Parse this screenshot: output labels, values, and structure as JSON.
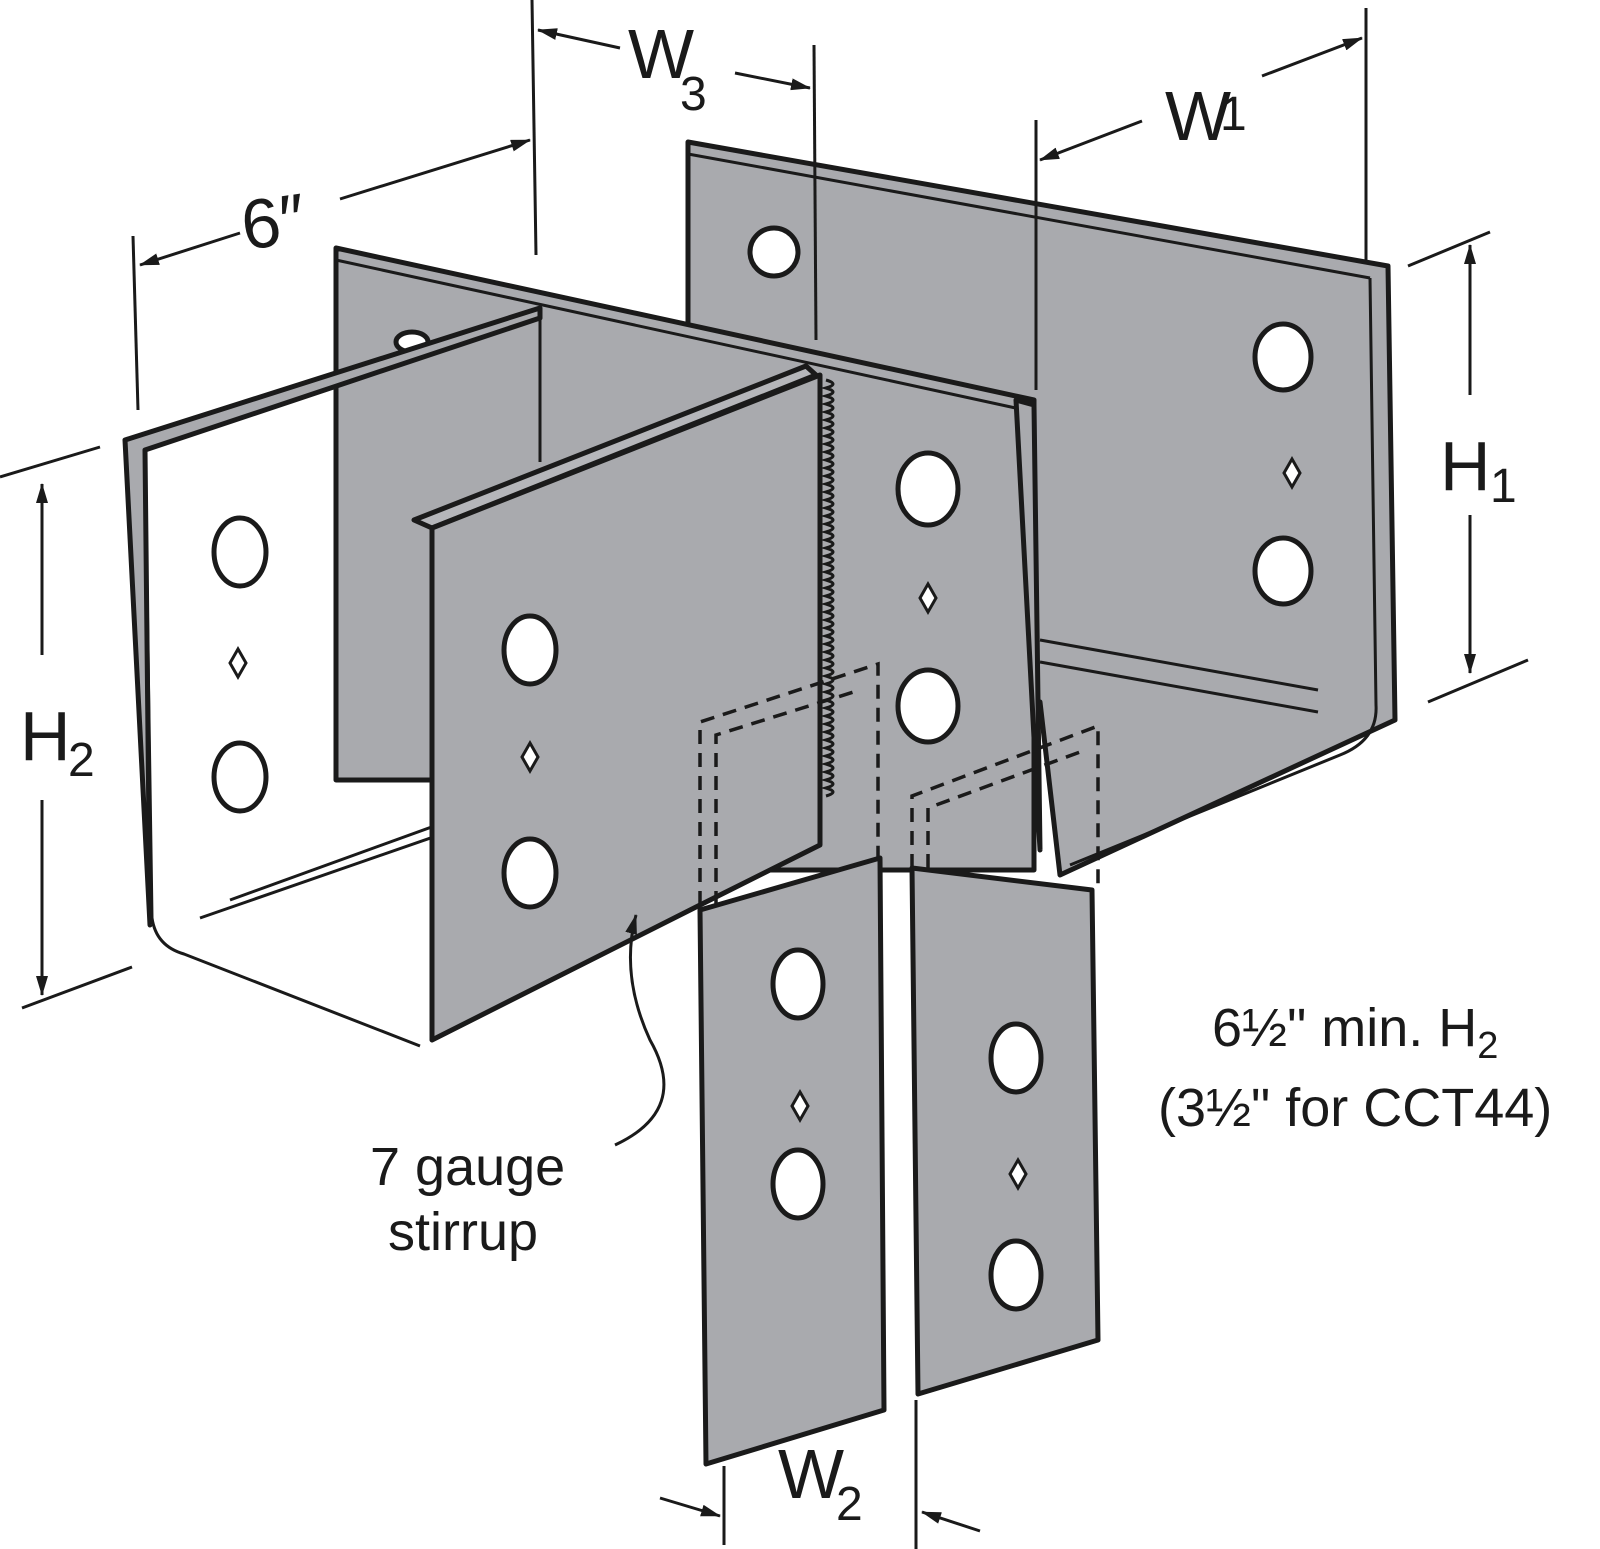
{
  "labels": {
    "depth": "6″",
    "w3_main": "W",
    "w3_sub": "3",
    "w1_main": "W",
    "w1_sub": "1",
    "h1_main": "H",
    "h1_sub": "1",
    "h2_main": "H",
    "h2_sub": "2",
    "w2_main": "W",
    "w2_sub": "2"
  },
  "notes": {
    "min_h2_line1": "6½\" min. H",
    "min_h2_line1_sub": "2",
    "min_h2_line2": "(3½\" for CCT44)",
    "stirrup_line1": "7 gauge",
    "stirrup_line2": "stirrup"
  },
  "colors": {
    "steel": "#a9aaae",
    "ink": "#1a1a1a"
  }
}
